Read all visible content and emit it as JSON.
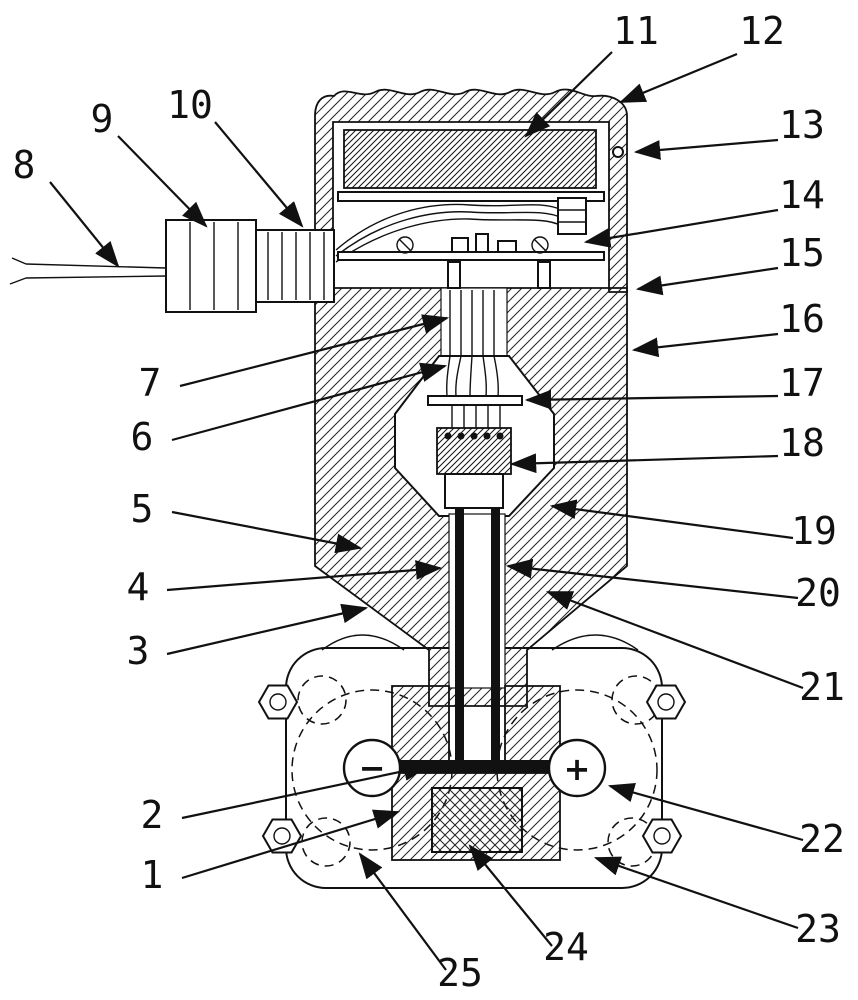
{
  "figure": {
    "background": "#ffffff",
    "ink": "#111111"
  },
  "symbols": {
    "minus": "−",
    "plus": "+"
  },
  "callouts": [
    "1",
    "2",
    "3",
    "4",
    "5",
    "6",
    "7",
    "8",
    "9",
    "10",
    "11",
    "12",
    "13",
    "14",
    "15",
    "16",
    "17",
    "18",
    "19",
    "20",
    "21",
    "22",
    "23",
    "24",
    "25"
  ]
}
